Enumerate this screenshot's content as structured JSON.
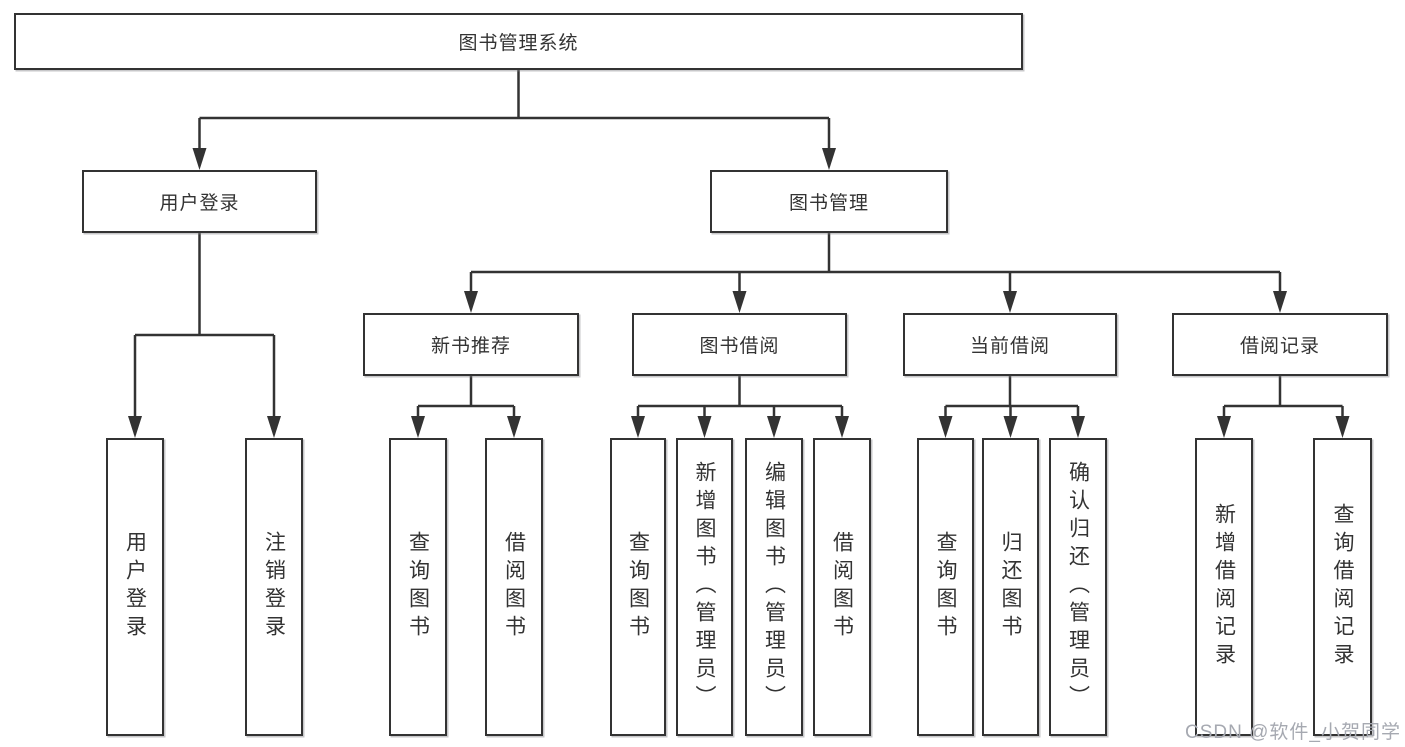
{
  "diagram": {
    "title": "图书管理系统",
    "watermark": "CSDN @软件_小贺同学",
    "line_color": "#333333",
    "box_bg": "#ffffff"
  },
  "nodes": {
    "root": "图书管理系统",
    "user_login": "用户登录",
    "book_mgmt": "图书管理",
    "leaf_user_login": "用户登录",
    "leaf_logout": "注销登录",
    "new_book_rec": "新书推荐",
    "book_borrow": "图书借阅",
    "current_borrow": "当前借阅",
    "borrow_record": "借阅记录",
    "nbr_query": "查询图书",
    "nbr_borrow": "借阅图书",
    "bb_query": "查询图书",
    "bb_add": "新增图书（管理员）",
    "bb_edit": "编辑图书（管理员）",
    "bb_borrow": "借阅图书",
    "cb_query": "查询图书",
    "cb_return": "归还图书",
    "cb_confirm": "确认归还（管理员）",
    "br_add": "新增借阅记录",
    "br_query": "查询借阅记录"
  },
  "hierarchy": {
    "图书管理系统": {
      "用户登录": [
        "用户登录",
        "注销登录"
      ],
      "图书管理": {
        "新书推荐": [
          "查询图书",
          "借阅图书"
        ],
        "图书借阅": [
          "查询图书",
          "新增图书（管理员）",
          "编辑图书（管理员）",
          "借阅图书"
        ],
        "当前借阅": [
          "查询图书",
          "归还图书",
          "确认归还（管理员）"
        ],
        "借阅记录": [
          "新增借阅记录",
          "查询借阅记录"
        ]
      }
    }
  }
}
